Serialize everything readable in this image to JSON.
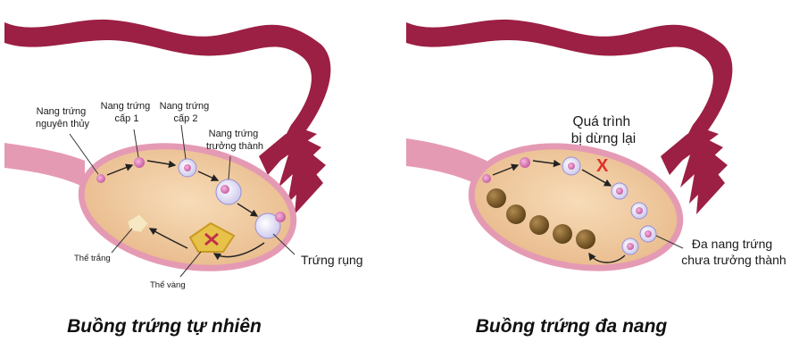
{
  "colors": {
    "tube": "#9c1f44",
    "tube_dark": "#6e0f2c",
    "ovary_fill": "#f0c79a",
    "ovary_rim": "#e59ab4",
    "cyst": "#7a5a2a",
    "stop_mark": "#e0312b"
  },
  "left_diagram": {
    "labels": {
      "primordial": [
        "Nang trứng",
        "nguyên thủy"
      ],
      "primary": [
        "Nang trứng",
        "cấp 1"
      ],
      "secondary": [
        "Nang trứng",
        "cấp 2"
      ],
      "mature": [
        "Nang trứng",
        "trưởng thành"
      ],
      "corpus_albicans": "Thể trắng",
      "corpus_luteum": "Thể vàng",
      "ovulation": "Trứng rụng"
    },
    "caption": "Buồng trứng tự nhiên"
  },
  "right_diagram": {
    "labels": {
      "process_stopped": [
        "Quá trình",
        "bị dừng lại"
      ],
      "stop_mark": "X",
      "polycystic": [
        "Đa nang trứng",
        "chưa trưởng thành"
      ]
    },
    "caption": "Buồng trứng đa nang"
  }
}
